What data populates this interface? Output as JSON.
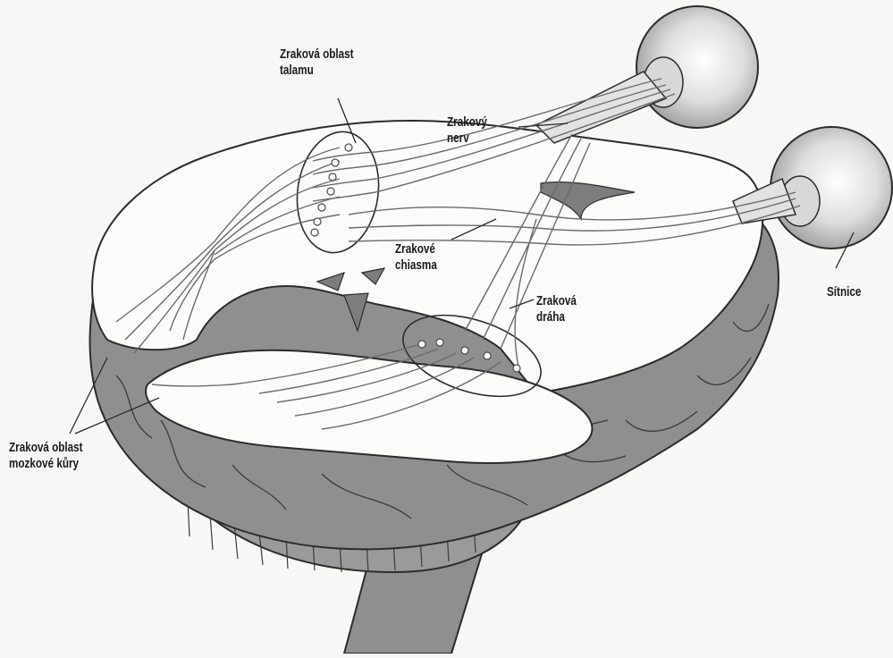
{
  "labels": {
    "thalamus": [
      "Zraková oblast",
      "talamu"
    ],
    "optic_nerve": [
      "Zrakový",
      "nerv"
    ],
    "chiasm": [
      "Zrakové",
      "chiasma"
    ],
    "tract": [
      "Zraková",
      "dráha"
    ],
    "retina": [
      "Sítnice"
    ],
    "cortex": [
      "Zraková oblast",
      "mozkové kůry"
    ]
  },
  "colors": {
    "background": "#f7f7f5",
    "brain_shade": "#8f8f8f",
    "cut_surface": "#fbfbfa",
    "outline": "#2b2b2b",
    "nerve_fibers": "#6b6b6b"
  }
}
